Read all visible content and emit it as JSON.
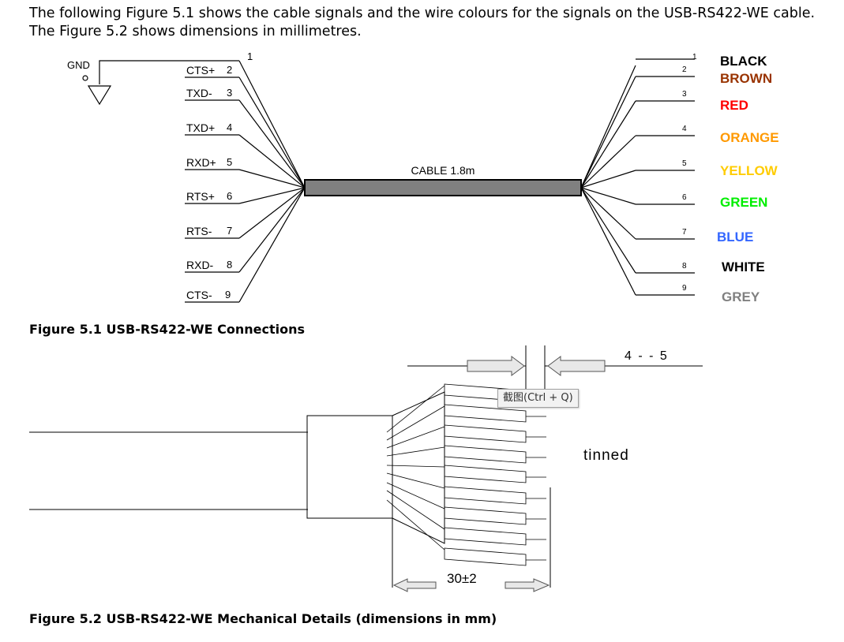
{
  "intro_text": "The following Figure 5.1 shows the cable signals and the wire colours for the signals on the USB-RS422-WE cable. The Figure 5.2 shows dimensions in millimetres.",
  "figure1": {
    "caption": "Figure 5.1 USB-RS422-WE Connections",
    "gnd_label": "GND",
    "cable_label": "CABLE 1.8m",
    "signals": [
      {
        "pin": "1",
        "name": ""
      },
      {
        "pin": "2",
        "name": "CTS+"
      },
      {
        "pin": "3",
        "name": "TXD-"
      },
      {
        "pin": "4",
        "name": "TXD+"
      },
      {
        "pin": "5",
        "name": "RXD+"
      },
      {
        "pin": "6",
        "name": "RTS+"
      },
      {
        "pin": "7",
        "name": "RTS-"
      },
      {
        "pin": "8",
        "name": "RXD-"
      },
      {
        "pin": "9",
        "name": "CTS-"
      }
    ],
    "wires": [
      {
        "pin": "1",
        "colour_name": "BLACK",
        "color": "#000000"
      },
      {
        "pin": "2",
        "colour_name": "BROWN",
        "color": "#993300"
      },
      {
        "pin": "3",
        "colour_name": "RED",
        "color": "#ff0000"
      },
      {
        "pin": "4",
        "colour_name": "ORANGE",
        "color": "#ff9900"
      },
      {
        "pin": "5",
        "colour_name": "YELLOW",
        "color": "#ffcc00"
      },
      {
        "pin": "6",
        "colour_name": "GREEN",
        "color": "#00ee00"
      },
      {
        "pin": "7",
        "colour_name": "BLUE",
        "color": "#3366ff"
      },
      {
        "pin": "8",
        "colour_name": "WHITE",
        "color": "#000000"
      },
      {
        "pin": "9",
        "colour_name": "GREY",
        "color": "#808080"
      }
    ]
  },
  "figure2": {
    "caption": "Figure 5.2 USB-RS422-WE Mechanical Details (dimensions in mm)",
    "dim_strip": "4 - - 5",
    "dim_length": "30±2",
    "note": "tinned"
  },
  "tooltip": "截图(Ctrl + Q)"
}
